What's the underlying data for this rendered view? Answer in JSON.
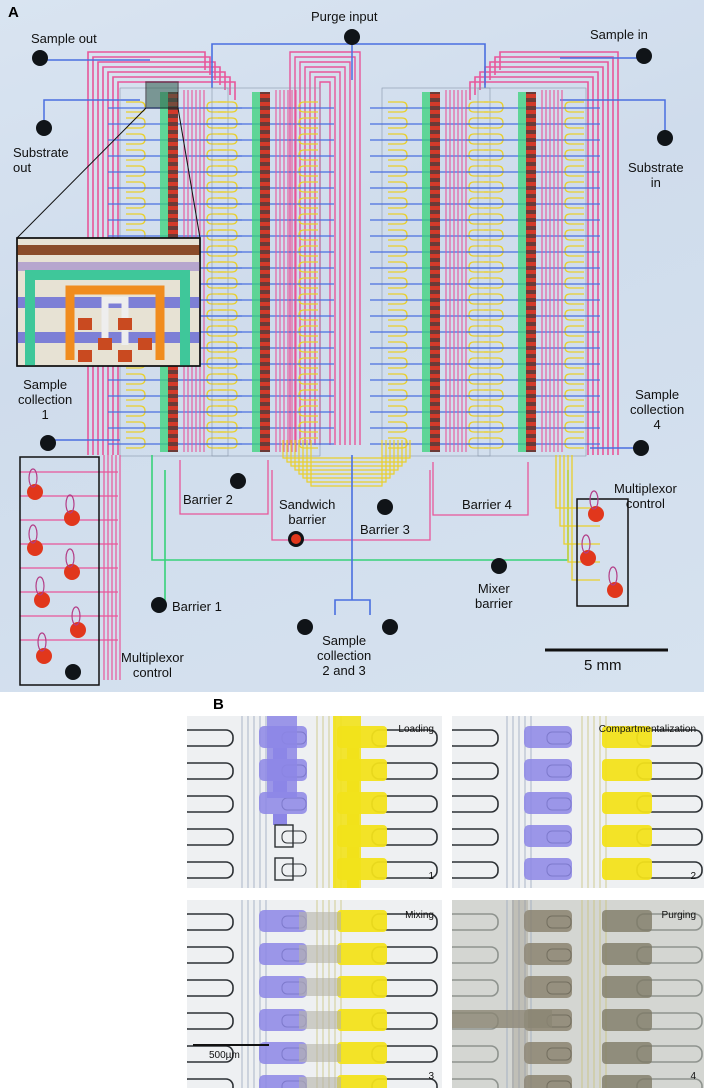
{
  "panel_a": {
    "letter": "A",
    "labels": {
      "purge_input": "Purge input",
      "sample_out": "Sample out",
      "sample_in": "Sample in",
      "substrate_out": [
        "Substrate",
        "out"
      ],
      "substrate_in": [
        "Substrate",
        "in"
      ],
      "sample_collection_1": [
        "Sample",
        "collection",
        "1"
      ],
      "sample_collection_4": [
        "Sample",
        "collection",
        "4"
      ],
      "barrier_1": "Barrier 1",
      "barrier_2": "Barrier 2",
      "barrier_3": "Barrier 3",
      "barrier_4": "Barrier 4",
      "sandwich_barrier": [
        "Sandwich",
        "barrier"
      ],
      "mixer_barrier": [
        "Mixer",
        "barrier"
      ],
      "multiplexor_control_left": [
        "Multiplexor",
        "control"
      ],
      "multiplexor_control_right": [
        "Multiplexor",
        "control"
      ],
      "sample_collection_2_3": [
        "Sample",
        "collection",
        "2 and 3"
      ]
    },
    "scale_bar": "5 mm",
    "colors": {
      "pink": "#e8569a",
      "blue": "#4a6fe0",
      "yellow": "#e9cf2c",
      "green": "#38d27a",
      "port": "#101418",
      "red_port": "#e1371c"
    }
  },
  "panel_b": {
    "letter": "B",
    "frames": [
      {
        "title": "Loading",
        "number": "1"
      },
      {
        "title": "Compartmentalization",
        "number": "2"
      },
      {
        "title": "Mixing",
        "number": "3"
      },
      {
        "title": "Purging",
        "number": "4"
      }
    ],
    "scale_bar": "500µm"
  }
}
